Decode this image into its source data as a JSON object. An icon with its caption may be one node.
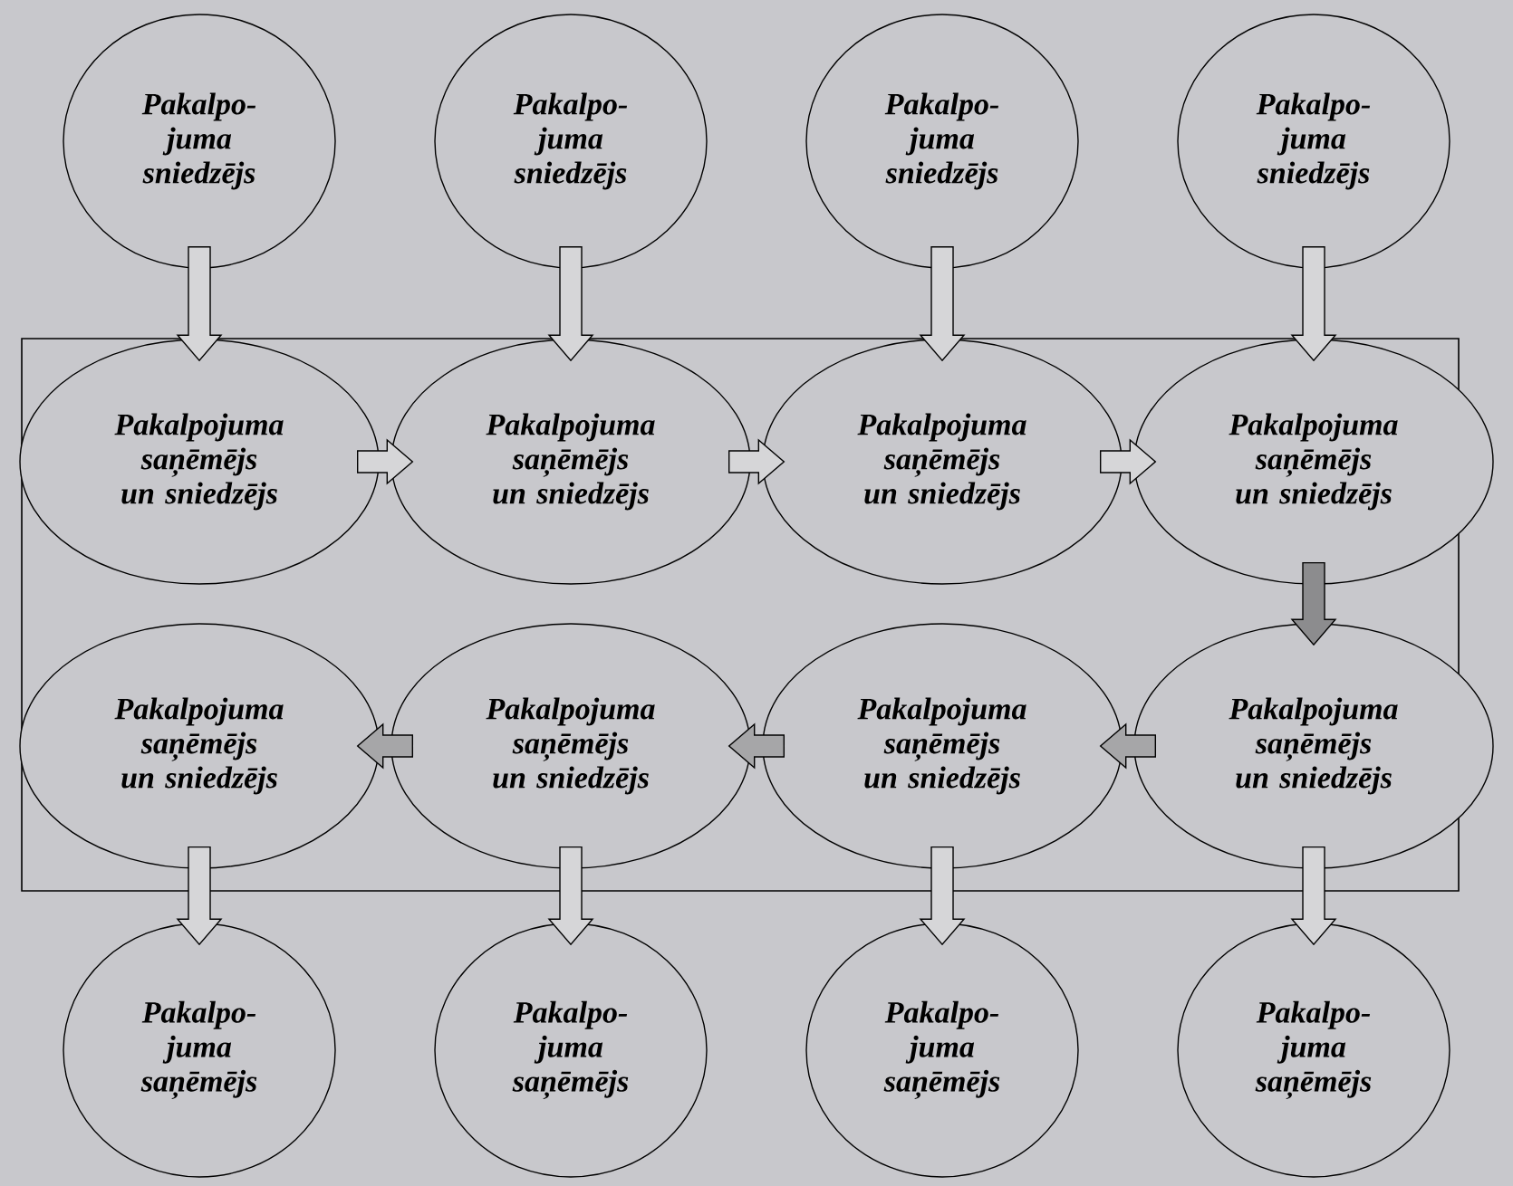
{
  "diagram": {
    "nodes": [
      {
        "text": [
          "Pakalpo- juma sniedzējs"
        ]
      },
      {
        "text": [
          "Pakalpo- juma sniedzējs"
        ]
      },
      {
        "text": [
          "Pakalpo- juma sniedzējs"
        ]
      },
      {
        "text": [
          "Pakalpo- juma sniedzējs"
        ]
      },
      {
        "text": [
          "Pakalpojuma saņēmējs un sniedzējs"
        ]
      },
      {
        "text": [
          "Pakalpojuma saņēmējs un sniedzējs"
        ]
      },
      {
        "text": [
          "Pakalpojuma saņēmējs un sniedzējs"
        ]
      },
      {
        "text": [
          "Pakalpojuma saņēmējs un sniedzējs"
        ]
      },
      {
        "text": [
          "Pakalpojuma saņēmējs un sniedzējs"
        ]
      },
      {
        "text": [
          "Pakalpojuma saņēmējs un sniedzējs"
        ]
      },
      {
        "text": [
          "Pakalpojuma saņēmējs un sniedzējs"
        ]
      },
      {
        "text": [
          "Pakalpojuma saņēmējs un sniedzējs"
        ]
      },
      {
        "text": [
          "Pakalpo- juma saņēmējs"
        ]
      },
      {
        "text": [
          "Pakalpo- juma saņēmējs"
        ]
      },
      {
        "text": [
          "Pakalpo- juma saņēmējs"
        ]
      },
      {
        "text": [
          "Pakalpo- juma saņēmējs"
        ]
      }
    ],
    "edges": [
      {
        "from": 0,
        "to": 4,
        "arrow": "to"
      },
      {
        "from": 1,
        "to": 5,
        "arrow": "to"
      },
      {
        "from": 2,
        "to": 6,
        "arrow": "to"
      },
      {
        "from": 3,
        "to": 7,
        "arrow": "to"
      },
      {
        "from": 4,
        "to": 5,
        "arrow": "to"
      },
      {
        "from": 5,
        "to": 6,
        "arrow": "to"
      },
      {
        "from": 6,
        "to": 7,
        "arrow": "to"
      },
      {
        "from": 7,
        "to": 11,
        "arrow": "to",
        "color": "#8c8c8e"
      },
      {
        "from": 11,
        "to": 10,
        "arrow": "to",
        "color": "#a6a6a8"
      },
      {
        "from": 10,
        "to": 9,
        "arrow": "to",
        "color": "#a6a6a8"
      },
      {
        "from": 9,
        "to": 8,
        "arrow": "to",
        "color": "#a6a6a8"
      },
      {
        "from": 8,
        "to": 12,
        "arrow": "to"
      },
      {
        "from": 9,
        "to": 13,
        "arrow": "to"
      },
      {
        "from": 10,
        "to": 14,
        "arrow": "to"
      },
      {
        "from": 11,
        "to": 15,
        "arrow": "to"
      }
    ]
  }
}
